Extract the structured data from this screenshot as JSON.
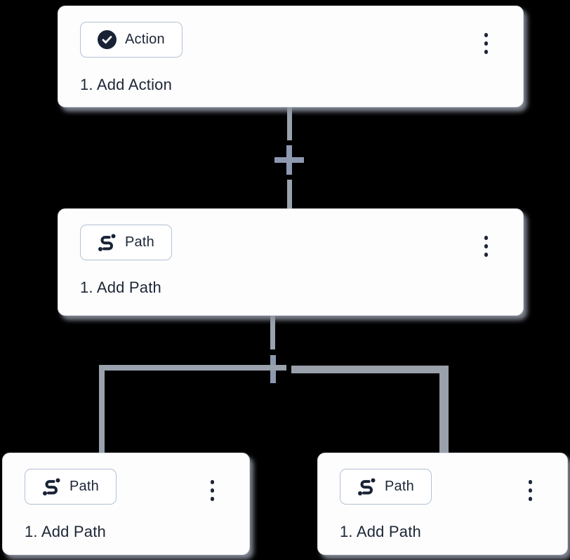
{
  "app": "workflow-builder-canvas",
  "colors": {
    "background": "#000000",
    "card_background": "#fdfdfd",
    "card_border": "#d9dce3",
    "badge_border": "#b4c1d6",
    "ink": "#1d2637",
    "icon_fill": "#182234",
    "connector_line": "#99a2ad",
    "connector_thick_line": "#9aa1ab",
    "plus_button": "#8c99af",
    "card_shadow": "#8c929e"
  },
  "nodes": [
    {
      "id": "action-node",
      "badge": {
        "icon": "check-circle-icon",
        "label": "Action"
      },
      "step_label": "1. Add Action",
      "menu_icon": "kebab-menu-icon"
    },
    {
      "id": "path-node-1",
      "badge": {
        "icon": "path-route-icon",
        "label": "Path"
      },
      "step_label": "1. Add Path",
      "menu_icon": "kebab-menu-icon"
    },
    {
      "id": "path-node-2",
      "badge": {
        "icon": "path-route-icon",
        "label": "Path"
      },
      "step_label": "1. Add Path",
      "menu_icon": "kebab-menu-icon"
    },
    {
      "id": "path-node-3",
      "badge": {
        "icon": "path-route-icon",
        "label": "Path"
      },
      "step_label": "1. Add Path",
      "menu_icon": "kebab-menu-icon"
    }
  ],
  "connectors": [
    {
      "id": "connector-action-to-path",
      "type": "vertical",
      "add_button_icon": "plus-icon"
    },
    {
      "id": "connector-path-branch",
      "type": "branch-split",
      "add_button_icon": "plus-icon",
      "branches": 2
    }
  ]
}
